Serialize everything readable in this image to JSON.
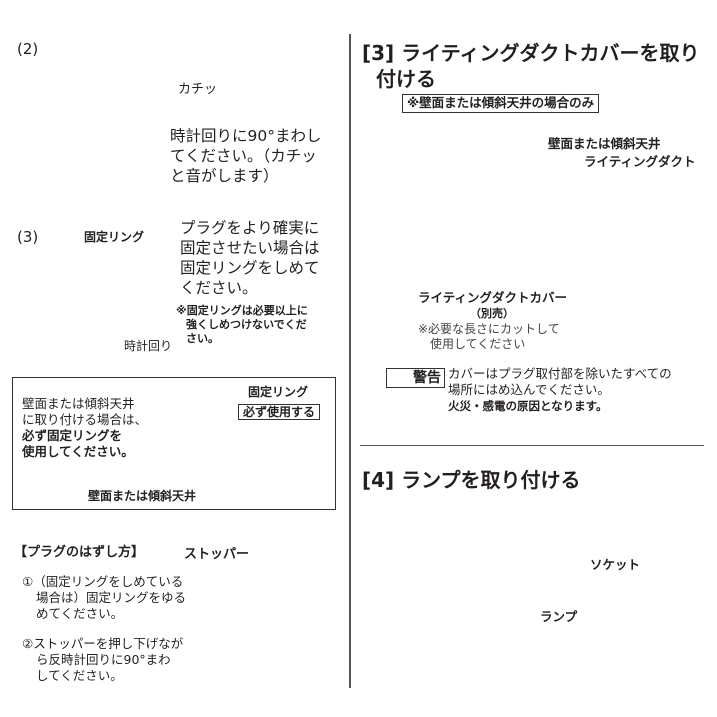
{
  "left": {
    "step2": {
      "label": "(2)",
      "click_label": "カチッ",
      "text": [
        "時計回りに90°まわし",
        "てください。（カチッ",
        "と音がします）"
      ]
    },
    "step3": {
      "label": "(3)",
      "ring_label": "固定リング",
      "text": [
        "プラグをより確実に",
        "固定させたい場合は",
        "固定リングをしめて",
        "ください。"
      ],
      "note": [
        "※固定リングは必要以上に",
        "強くしめつけないでくだ",
        "さい。"
      ],
      "clockwise_label": "時計回り"
    },
    "wall_box": {
      "text_normal": [
        "壁面または傾斜天井",
        "に取り付ける場合は、"
      ],
      "text_bold": [
        "必ず固定リングを",
        "使用してください。"
      ],
      "ring_label": "固定リング",
      "must_use": "必ず使用する",
      "surface_label": "壁面または傾斜天井"
    },
    "removal": {
      "title": "【プラグのはずし方】",
      "stopper_label": "ストッパー",
      "step1": [
        "①（固定リングをしめている",
        "場合は）固定リングをゆる",
        "めてください。"
      ],
      "step2": [
        "②ストッパーを押し下げなが",
        "ら反時計回りに90°まわ",
        "してください。"
      ]
    }
  },
  "right": {
    "section3": {
      "heading": [
        "[3] ライティングダクトカバーを取り",
        "付ける"
      ],
      "condition": "※壁面または傾斜天井の場合のみ",
      "surface_label": "壁面または傾斜天井",
      "duct_label": "ライティングダクト",
      "cover_label": "ライティングダクトカバー",
      "cover_sub": "（別売）",
      "cut_note": [
        "※必要な長さにカットして",
        "使用してください"
      ],
      "warning_badge": "警告",
      "warning_text": [
        "カバーはプラグ取付部を除いたすべての",
        "場所にはめ込んでください。"
      ],
      "warning_bold": "火災・感電の原因となります。"
    },
    "section4": {
      "heading": "[4] ランプを取り付ける",
      "socket_label": "ソケット",
      "lamp_label": "ランプ"
    }
  }
}
